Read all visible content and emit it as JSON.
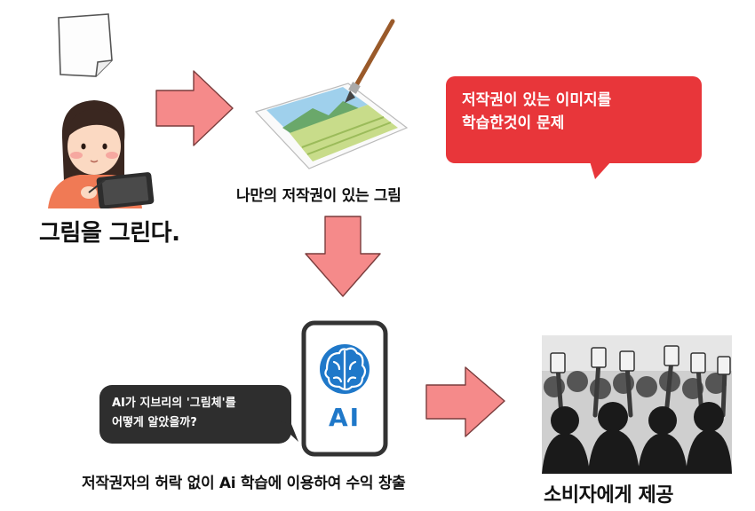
{
  "labels": {
    "draw": "그림을 그린다.",
    "my_picture": "나만의 저작권이 있는 그림",
    "no_permission": "저작권자의 허락 없이 Ai 학습에 이용하여 수익 창출",
    "provide": "소비자에게 제공"
  },
  "bubbles": {
    "problem": {
      "line1": "저작권이 있는 이미지를",
      "line2": "학습한것이 문제"
    },
    "question": {
      "line1": "AI가 지브리의 '그림체'를",
      "line2": "어떻게 알았을까?"
    }
  },
  "phone": {
    "ai_text": "AI"
  },
  "colors": {
    "arrow": "#f58a8a",
    "arrow_stroke": "#7a3c3c",
    "bubble_red": "#e8363a",
    "bubble_dark": "#2e2e2e",
    "phone_blue": "#1f78c9"
  }
}
